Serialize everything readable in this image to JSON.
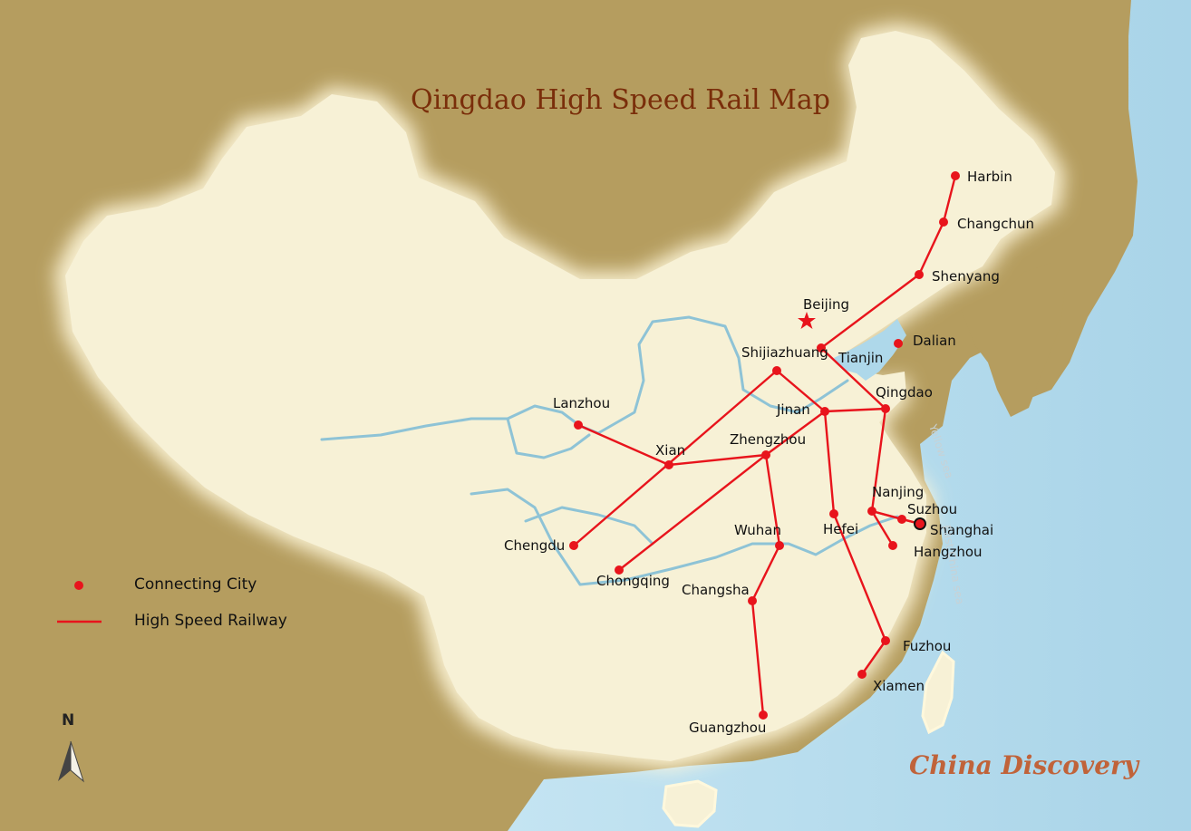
{
  "title": "Qingdao High Speed Rail Map",
  "brand": "China Discovery",
  "north_label": "N",
  "sea_labels": {
    "yellow_sea": "Yellow sea",
    "east_china_sea": "East China sea"
  },
  "legend": {
    "city": "Connecting City",
    "railway": "High Speed Railway"
  },
  "capital": {
    "name": "Beijing"
  },
  "cities": {
    "harbin": "Harbin",
    "changchun": "Changchun",
    "shenyang": "Shenyang",
    "dalian": "Dalian",
    "tianjin": "Tianjin",
    "shijiazhuang": "Shijiazhuang",
    "qingdao": "Qingdao",
    "jinan": "Jinan",
    "lanzhou": "Lanzhou",
    "xian": "Xian",
    "zhengzhou": "Zhengzhou",
    "nanjing": "Nanjing",
    "suzhou": "Suzhou",
    "shanghai": "Shanghai",
    "hefei": "Hefei",
    "hangzhou": "Hangzhou",
    "wuhan": "Wuhan",
    "chengdu": "Chengdu",
    "chongqing": "Chongqing",
    "changsha": "Changsha",
    "fuzhou": "Fuzhou",
    "xiamen": "Xiamen",
    "guangzhou": "Guangzhou"
  },
  "colors": {
    "rail": "#e8141c",
    "city_dot": "#e8141c",
    "land": "#f7f1d6",
    "sea": "#aed8ea",
    "outside": "#b59d5f",
    "river": "#8ec3d6"
  }
}
